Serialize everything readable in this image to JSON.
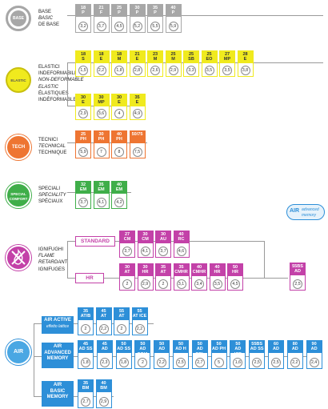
{
  "colors": {
    "grey": "#a7a7a7",
    "yellow": "#f0ea1e",
    "orange": "#ee7532",
    "green": "#3fae49",
    "magenta": "#c341a8",
    "blue": "#2d8fd8",
    "line": "#9a9a9a"
  },
  "sections": {
    "base": {
      "icon_name": "base-gear-icon",
      "icon_text": "BASE",
      "labels": [
        "BASE",
        "BASIC",
        "DE BASE"
      ],
      "rows": [
        [
          {
            "code": [
              "18",
              "P"
            ],
            "value": "3,2"
          },
          {
            "code": [
              "21",
              "F"
            ],
            "value": "3,7"
          },
          {
            "code": [
              "25",
              "P"
            ],
            "value": "4,5"
          },
          {
            "code": [
              "30",
              "P"
            ],
            "value": "5,2"
          },
          {
            "code": [
              "35",
              "P"
            ],
            "value": "5,5"
          },
          {
            "code": [
              "40",
              "P"
            ],
            "value": "5,9"
          }
        ]
      ]
    },
    "elastic": {
      "icon_name": "elastic-icon",
      "icon_text": "ELASTIC",
      "labels": [
        "ELASTICI",
        "INDEFORMABILI",
        "NON-DEFORMABLE",
        "ELASTIC",
        "ÉLASTIQUES",
        "INDÉFORMABLES"
      ],
      "rows": [
        [
          {
            "code": [
              "18",
              "S"
            ],
            "value": "1,5"
          },
          {
            "code": [
              "18",
              "E"
            ],
            "value": "2,2"
          },
          {
            "code": [
              "18",
              "M"
            ],
            "value": "1,8"
          },
          {
            "code": [
              "21",
              "E"
            ],
            "value": "2,8"
          },
          {
            "code": [
              "23",
              "M"
            ],
            "value": "2,6"
          },
          {
            "code": [
              "25",
              "M"
            ],
            "value": "2,9"
          },
          {
            "code": [
              "25",
              "SB"
            ],
            "value": "3,3"
          },
          {
            "code": [
              "25",
              "EO"
            ],
            "value": "3,5"
          },
          {
            "code": [
              "27",
              "MP"
            ],
            "value": "3,5"
          },
          {
            "code": [
              "28",
              "E"
            ],
            "value": "3,8"
          }
        ],
        [
          {
            "code": [
              "30",
              "E"
            ],
            "value": "2,9"
          },
          {
            "code": [
              "30",
              "MP"
            ],
            "value": "3,6"
          },
          {
            "code": [
              "30",
              "E"
            ],
            "value": "4"
          },
          {
            "code": [
              "35",
              "E"
            ],
            "value": "4,9"
          }
        ]
      ]
    },
    "tech": {
      "icon_name": "tech-icon",
      "icon_text": "TECH",
      "labels": [
        "TECNICI",
        "TECHNICAL",
        "TECHNIQUE"
      ],
      "rows": [
        [
          {
            "code": [
              "25",
              "PH"
            ],
            "value": "5,9"
          },
          {
            "code": [
              "30",
              "PH"
            ],
            "value": "7"
          },
          {
            "code": [
              "40",
              "PH"
            ],
            "value": "8"
          },
          {
            "code": [
              "50/75",
              ""
            ],
            "value": "7,5"
          }
        ]
      ]
    },
    "special": {
      "icon_name": "special-comfort-icon",
      "icon_text": [
        "SPECIAL",
        "COMFORT"
      ],
      "labels": [
        "SPECIALI",
        "SPECIALITY",
        "SPÉCIAUX"
      ],
      "rows": [
        [
          {
            "code": [
              "32",
              "EM"
            ],
            "value": "3,7"
          },
          {
            "code": [
              "35",
              "EM"
            ],
            "value": "4,1"
          },
          {
            "code": [
              "40",
              "EM"
            ],
            "value": "4,2"
          }
        ]
      ]
    },
    "fire": {
      "icon_name": "flame-retardant-icon",
      "labels": [
        "IGNIFUGHI",
        "FLAME",
        "RETARDANT",
        "IGNIFUGES"
      ],
      "standard_label": "STANDARD",
      "hr_label": "HR",
      "standard_row": [
        {
          "code": [
            "27",
            "CM"
          ],
          "value": "3,7"
        },
        {
          "code": [
            "30",
            "CM"
          ],
          "value": "4,1"
        },
        {
          "code": [
            "30",
            "AU"
          ],
          "value": "3,7"
        },
        {
          "code": [
            "40",
            "RC"
          ],
          "value": "4,6"
        }
      ],
      "hr_row": [
        {
          "code": [
            "30",
            "AT"
          ],
          "value": "2"
        },
        {
          "code": [
            "30",
            "HR"
          ],
          "value": "2,9"
        },
        {
          "code": [
            "35",
            "AT"
          ],
          "value": "2"
        },
        {
          "code": [
            "35",
            "CMHR"
          ],
          "value": "3,1"
        },
        {
          "code": [
            "40",
            "CMHR"
          ],
          "value": "3,4"
        },
        {
          "code": [
            "40",
            "HR"
          ],
          "value": "3,5"
        },
        {
          "code": [
            "50",
            "HR"
          ],
          "value": "4,5"
        }
      ],
      "air_badge": {
        "logo": "AIR",
        "line1": "advanced",
        "line2": "memory"
      },
      "side_cell": {
        "code": [
          "55BS",
          "AD"
        ],
        "value": "2,5"
      }
    },
    "air": {
      "icon_name": "air-icon",
      "icon_text": "AIR",
      "active": {
        "title": [
          "AIR ACTIVE"
        ],
        "subtitle": "effetto lattice",
        "row": [
          {
            "code": [
              "35",
              "AT/B"
            ],
            "value": "2"
          },
          {
            "code": [
              "45",
              "AT"
            ],
            "value": "2,2"
          },
          {
            "code": [
              "55",
              "AT"
            ],
            "value": "2"
          },
          {
            "code": [
              "55",
              "AT ICE"
            ],
            "value": "2,2"
          }
        ]
      },
      "advanced": {
        "title": [
          "AIR",
          "ADVANCED",
          "MEMORY"
        ],
        "row": [
          {
            "code": [
              "45",
              "AD SS"
            ],
            "value": "1,8"
          },
          {
            "code": [
              "45",
              "AD"
            ],
            "value": "2,3"
          },
          {
            "code": [
              "50",
              "AD SS"
            ],
            "value": "1,8"
          },
          {
            "code": [
              "50",
              "AD SOIA"
            ],
            "value": "2"
          },
          {
            "code": [
              "50",
              "AD"
            ],
            "value": "2,2"
          },
          {
            "code": [
              "50",
              "AD H"
            ],
            "value": "2,5"
          },
          {
            "code": [
              "50",
              "AD GEL"
            ],
            "value": "2,7"
          },
          {
            "code": [
              "50",
              "AD PH"
            ],
            "value": "5"
          },
          {
            "code": [
              "50",
              "AD ICE"
            ],
            "value": "1,6"
          },
          {
            "code": [
              "55BS",
              "AD SS"
            ],
            "value": "2,5"
          },
          {
            "code": [
              "60",
              "AD"
            ],
            "value": "2,5"
          },
          {
            "code": [
              "80",
              "AD"
            ],
            "value": "2,2"
          },
          {
            "code": [
              "90",
              "AD"
            ],
            "value": "2,4"
          }
        ]
      },
      "basic": {
        "title": [
          "AIR",
          "BASIC",
          "MEMORY"
        ],
        "row": [
          {
            "code": [
              "35",
              "BM"
            ],
            "value": "2,7"
          },
          {
            "code": [
              "40",
              "BM"
            ],
            "value": "2,9"
          }
        ]
      }
    }
  }
}
